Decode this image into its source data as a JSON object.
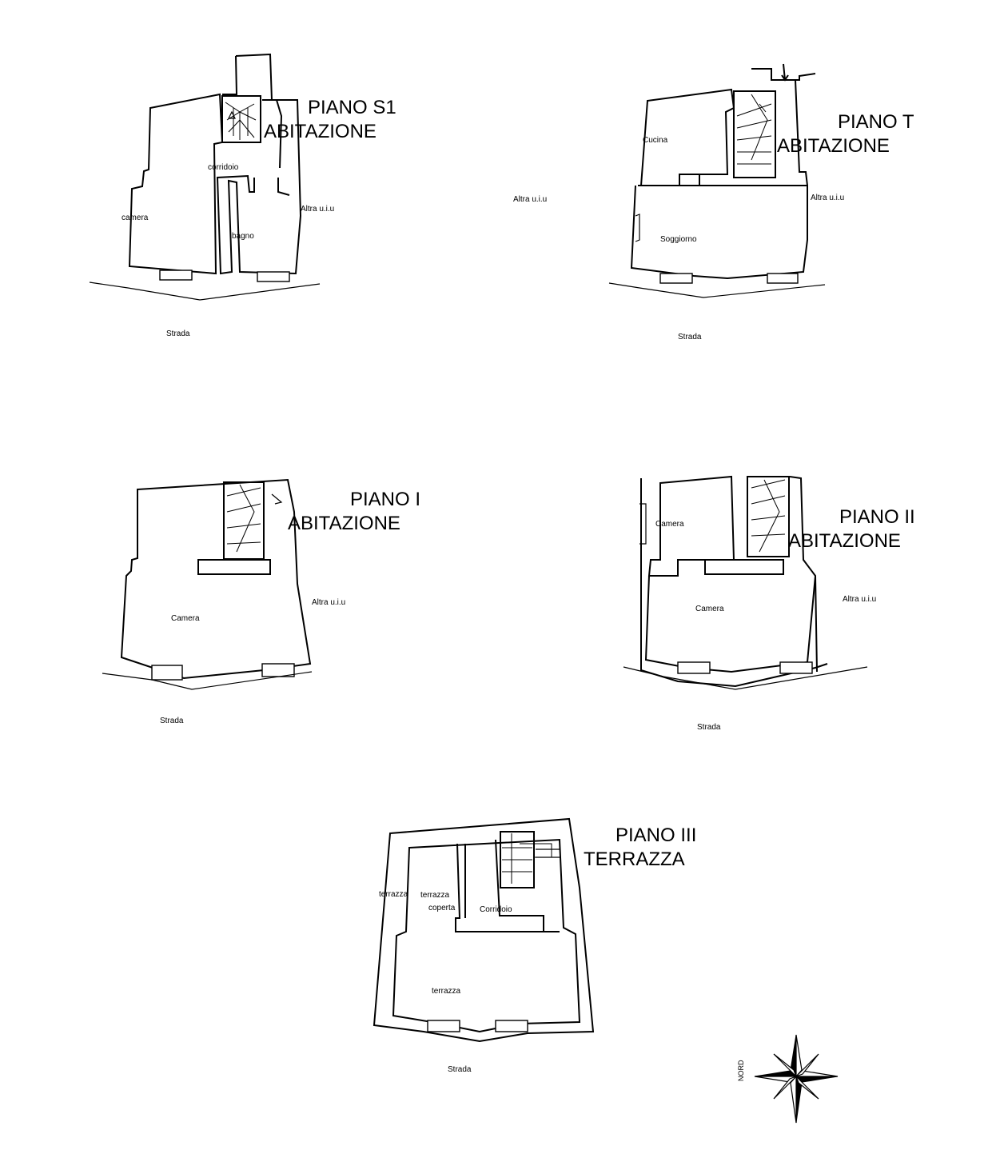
{
  "floors": [
    {
      "title1": "PIANO S1",
      "title2": "ABITAZIONE",
      "rooms": [
        "camera",
        "corridoio",
        "bagno"
      ],
      "neighbor": "Altra u.i.u",
      "street": "Strada"
    },
    {
      "title1": "PIANO T",
      "title2": "ABITAZIONE",
      "rooms": [
        "Cucina",
        "Soggiorno"
      ],
      "neighbor": "Altra u.i.u",
      "street": "Strada"
    },
    {
      "title1": "PIANO I",
      "title2": "ABITAZIONE",
      "rooms": [
        "Camera"
      ],
      "neighbor": "Altra u.i.u",
      "street": "Strada"
    },
    {
      "title1": "PIANO II",
      "title2": "ABITAZIONE",
      "rooms": [
        "Camera",
        "Camera"
      ],
      "neighbor": "Altra u.i.u",
      "street": "Strada"
    },
    {
      "title1": "PIANO III",
      "title2": "TERRAZZA",
      "rooms": [
        "terrazza",
        "terrazza",
        "coperta",
        "Corridoio",
        "terrazza"
      ],
      "street": "Strada"
    }
  ],
  "middle_label": "Altra u.i.u",
  "compass": {
    "label": "NORD",
    "icon": "north-compass-rose-icon"
  }
}
